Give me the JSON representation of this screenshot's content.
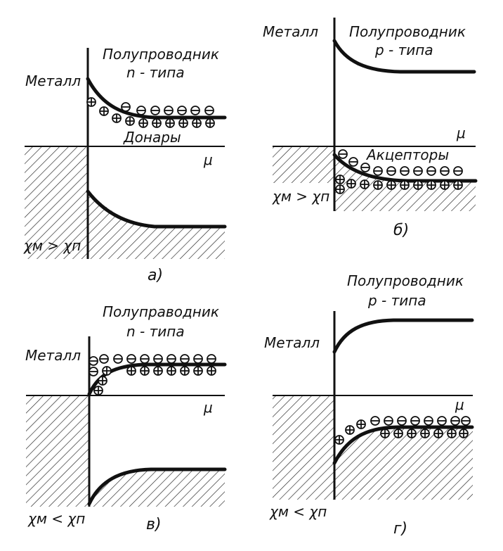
{
  "panels": {
    "a": {
      "metal_label": "Металл",
      "semi_label_1": "Полупроводник",
      "semi_label_2": "n - типа",
      "impurity_label": "Донары",
      "mu_label": "μ",
      "chi_label": "χм > χп",
      "caption": "а)"
    },
    "b": {
      "metal_label": "Металл",
      "semi_label_1": "Полупроводник",
      "semi_label_2": "p - типа",
      "impurity_label": "Акцепторы",
      "mu_label": "μ",
      "chi_label": "χм > χп",
      "caption": "б)"
    },
    "c": {
      "metal_label": "Металл",
      "semi_label_1": "Полуправодник",
      "semi_label_2": "n - типа",
      "mu_label": "μ",
      "chi_label": "χм < χп",
      "caption": "в)"
    },
    "d": {
      "metal_label": "Металл",
      "semi_label_1": "Полупроводник",
      "semi_label_2": "p - типа",
      "mu_label": "μ",
      "chi_label": "χм < χп",
      "caption": "г)"
    }
  }
}
